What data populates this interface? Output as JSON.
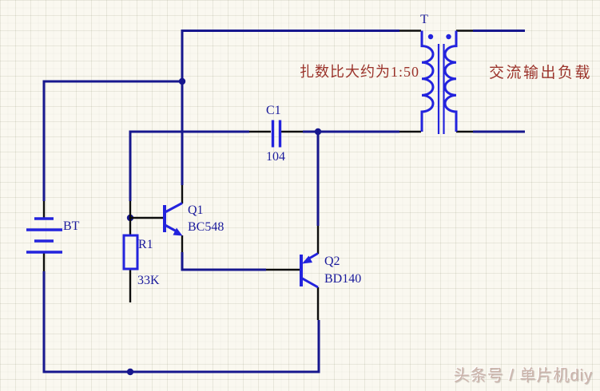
{
  "colors": {
    "background": "#faf8f0",
    "wire": "#17178e",
    "pin": "#0d0d0d",
    "symbol": "#2323dd",
    "label_text": "#1b1b9c",
    "annotation_text": "#9b332b",
    "watermark_text": "#ccb4ab"
  },
  "labels": {
    "transformer_ref": "T",
    "battery_ref": "BT",
    "resistor_ref": "R1",
    "resistor_value": "33K",
    "capacitor_ref": "C1",
    "capacitor_value": "104",
    "q1_ref": "Q1",
    "q1_part": "BC548",
    "q2_ref": "Q2",
    "q2_part": "BD140"
  },
  "annotations": {
    "turns_ratio": "扎数比大约为1:50",
    "output_load": "交流输出负载"
  },
  "watermark": {
    "text": "头条号 / 单片机diy"
  }
}
